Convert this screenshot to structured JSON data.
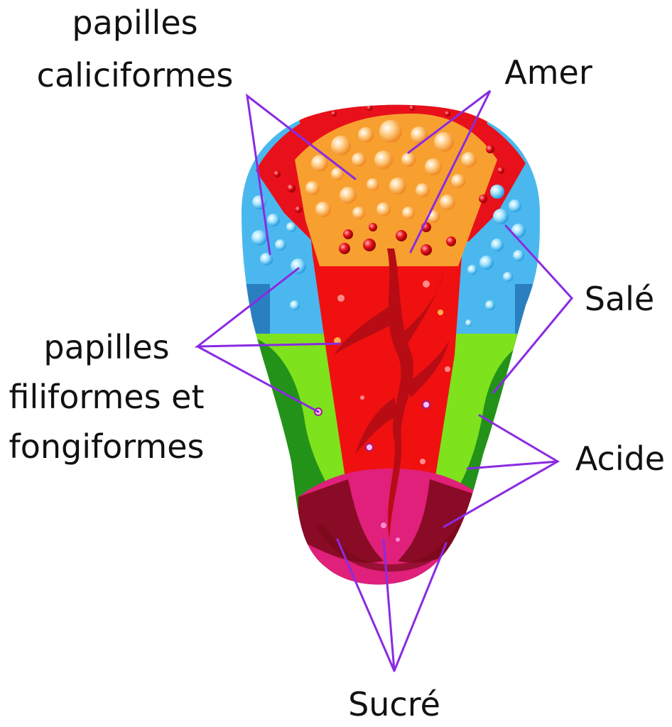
{
  "labels": {
    "papilles_caliciformes": [
      "papilles",
      "caliciformes"
    ],
    "amer": "Amer",
    "sale": "Salé",
    "papilles_filiformes": [
      "papilles",
      "filiformes et",
      "fongiformes"
    ],
    "acide": "Acide",
    "sucre": "Sucré"
  },
  "colors": {
    "leader_line": "#8a2be2",
    "bitter_zone": "#f7a030",
    "bitter_rim": "#e8101a",
    "salty_zone": "#4ab8ee",
    "sour_zone": "#7ee21c",
    "sour_dark": "#1a8a1a",
    "sweet_zone": "#e0207a",
    "body": "#f01010",
    "groove": "#b80c14"
  }
}
